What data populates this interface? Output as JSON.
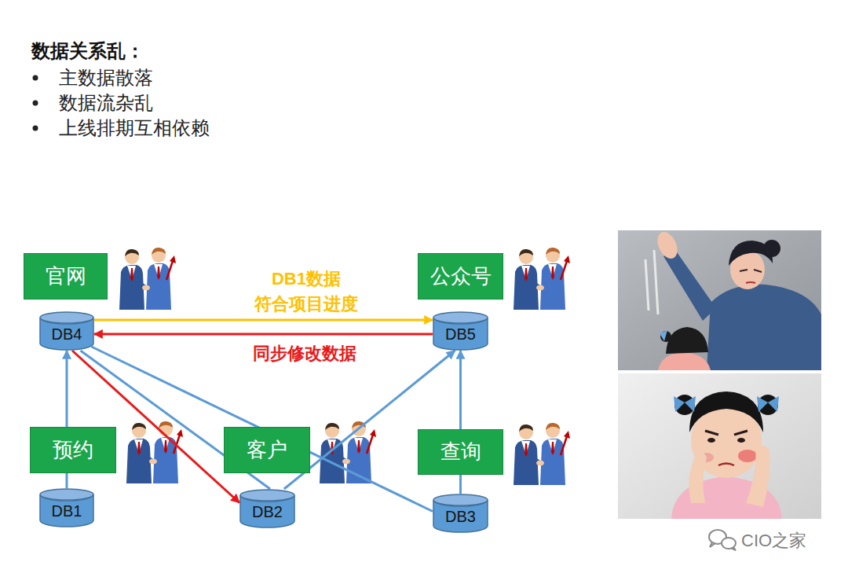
{
  "diagram": {
    "title": "数据关系乱：",
    "nodes": [
      {
        "text": [
          "官网"
        ]
      },
      {
        "text": [
          "公众号"
        ]
      },
      {
        "text": [
          "DB4"
        ]
      },
      {
        "text": [
          "DB5"
        ]
      },
      {
        "text": [
          "预约"
        ]
      },
      {
        "text": [
          "客户"
        ]
      },
      {
        "text": [
          "查询"
        ]
      },
      {
        "text": [
          "DB1"
        ]
      },
      {
        "text": [
          "DB2"
        ]
      },
      {
        "text": [
          "DB3"
        ]
      }
    ],
    "edges": [
      {
        "from": 2,
        "to": 3,
        "arrow": "to",
        "label": "DB1数据 符合项目进度"
      },
      {
        "from": 3,
        "to": 2,
        "arrow": "to",
        "label": "同步修改数据"
      },
      {
        "from": 2,
        "to": 8,
        "arrow": "to"
      },
      {
        "from": 7,
        "to": 2,
        "arrow": "to"
      },
      {
        "from": 8,
        "to": 2,
        "arrow": "none"
      },
      {
        "from": 9,
        "to": 2,
        "arrow": "none"
      },
      {
        "from": 8,
        "to": 3,
        "arrow": "to"
      },
      {
        "from": 9,
        "to": 3,
        "arrow": "to"
      }
    ],
    "labels": [
      "主数据散落",
      "数据流杂乱",
      "上线排期互相依赖",
      "CIO之家"
    ]
  }
}
